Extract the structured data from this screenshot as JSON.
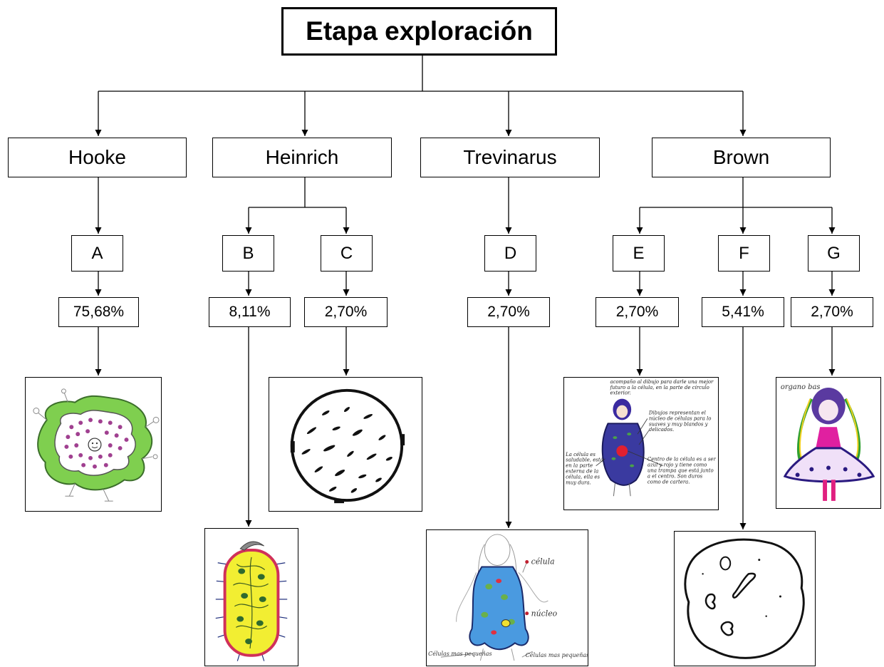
{
  "title": "Etapa exploración",
  "scientists": [
    {
      "name": "Hooke"
    },
    {
      "name": "Heinrich"
    },
    {
      "name": "Trevinarus"
    },
    {
      "name": "Brown"
    }
  ],
  "categories": [
    {
      "letter": "A",
      "percent": "75,68%"
    },
    {
      "letter": "B",
      "percent": "8,11%"
    },
    {
      "letter": "C",
      "percent": "2,70%"
    },
    {
      "letter": "D",
      "percent": "2,70%"
    },
    {
      "letter": "E",
      "percent": "2,70%"
    },
    {
      "letter": "F",
      "percent": "5,41%"
    },
    {
      "letter": "G",
      "percent": "2,70%"
    }
  ],
  "drawing_texts": {
    "d_celula": "célula",
    "d_nucleo": "núcleo",
    "d_celulas_pequenas_1": "Células mas pequeñas",
    "d_celulas_pequenas_2": "Células mas pequeñas",
    "e_note_top": "acompaño al dibujo para darle una mejor futuro a la célula, en la parte de círculo exterior.",
    "e_note_mid": "Dibujos representan el núcleo de células para lo suaves y muy blandos y delicados.",
    "e_note_left": "La célula es saludable, está en la parte externa de la célula, ella es muy dura.",
    "e_note_right": "Centro de la célula es a ser azul y rojo y tiene como una trampa que está junto a el centro. Son duros como de cartera.",
    "g_note": "organo bas"
  }
}
